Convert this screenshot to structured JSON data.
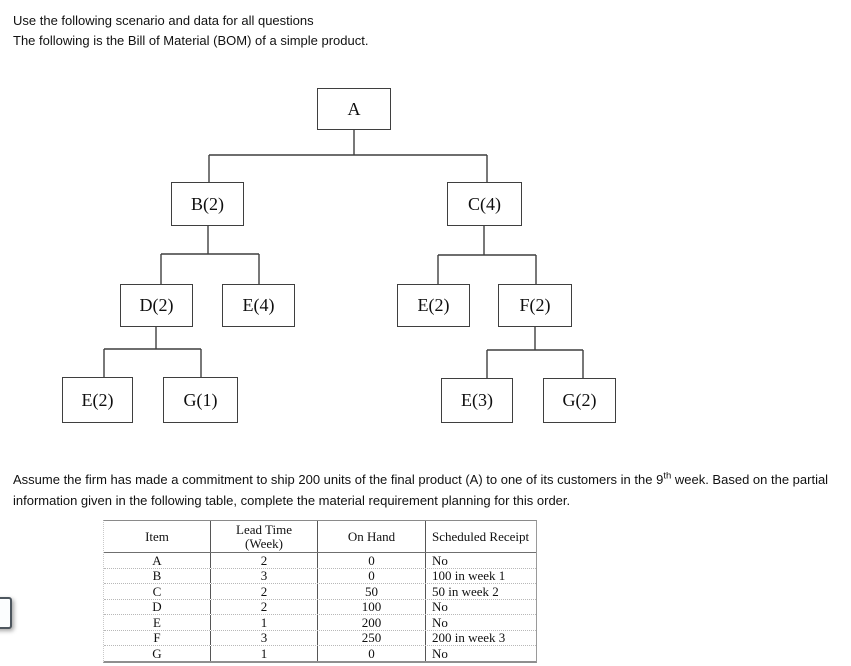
{
  "intro": {
    "line1": "Use the following scenario and data for all questions",
    "line2": "The following is the Bill of Material (BOM) of a simple product."
  },
  "bom": {
    "nodes": {
      "a": {
        "label": "A"
      },
      "b": {
        "label": "B(2)"
      },
      "c": {
        "label": "C(4)"
      },
      "d": {
        "label": "D(2)"
      },
      "e_b": {
        "label": "E(4)"
      },
      "e_c": {
        "label": "E(2)"
      },
      "f": {
        "label": "F(2)"
      },
      "e_d": {
        "label": "E(2)"
      },
      "g_d": {
        "label": "G(1)"
      },
      "e_f": {
        "label": "E(3)"
      },
      "g_f": {
        "label": "G(2)"
      }
    },
    "structure": {
      "A": [
        "B(2)",
        "C(4)"
      ],
      "B(2)": [
        "D(2)",
        "E(4)"
      ],
      "C(4)": [
        "E(2)",
        "F(2)"
      ],
      "D(2)": [
        "E(2)",
        "G(1)"
      ],
      "F(2)": [
        "E(3)",
        "G(2)"
      ]
    }
  },
  "assignment": {
    "line1_before_sup": "Assume the firm has made a commitment to ship 200 units of the final product (A) to one of its customers in the 9",
    "line1_sup": "th",
    "line1_after_sup": " week. Based on the partial",
    "line2": "information given in the following table, complete the material requirement planning for this order."
  },
  "table": {
    "headers": {
      "item": "Item",
      "lead_time_line1": "Lead Time",
      "lead_time_line2": "(Week)",
      "on_hand": "On Hand",
      "scheduled_receipt": "Scheduled Receipt"
    },
    "rows": [
      {
        "item": "A",
        "lead_time": "2",
        "on_hand": "0",
        "scheduled_receipt": "No"
      },
      {
        "item": "B",
        "lead_time": "3",
        "on_hand": "0",
        "scheduled_receipt": "100 in week 1"
      },
      {
        "item": "C",
        "lead_time": "2",
        "on_hand": "50",
        "scheduled_receipt": "50 in week 2"
      },
      {
        "item": "D",
        "lead_time": "2",
        "on_hand": "100",
        "scheduled_receipt": "No"
      },
      {
        "item": "E",
        "lead_time": "1",
        "on_hand": "200",
        "scheduled_receipt": "No"
      },
      {
        "item": "F",
        "lead_time": "3",
        "on_hand": "250",
        "scheduled_receipt": "200 in week 3"
      },
      {
        "item": "G",
        "lead_time": "1",
        "on_hand": "0",
        "scheduled_receipt": "No"
      }
    ]
  }
}
